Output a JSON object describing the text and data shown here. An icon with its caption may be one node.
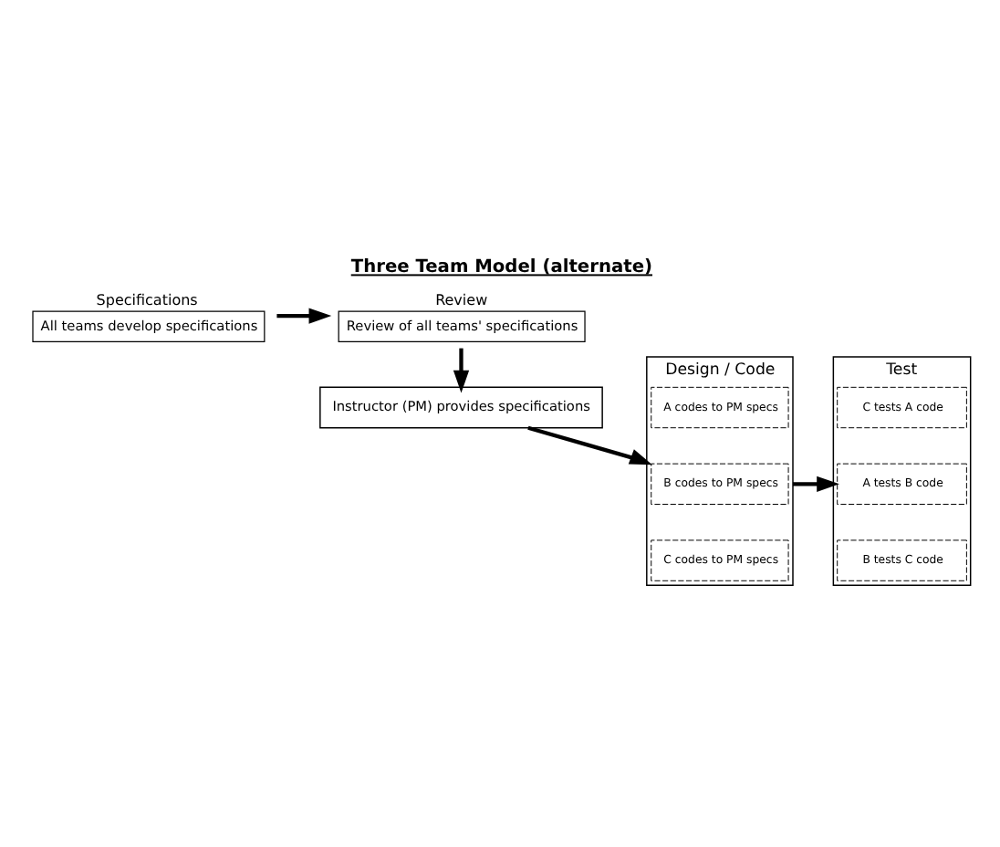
{
  "diagram": {
    "title": "Three Team Model (alternate)",
    "nodes": [
      {
        "text": [
          "Specifications",
          "All teams develop specifications"
        ]
      },
      {
        "text": [
          "Review",
          "Review of all teams' specifications"
        ]
      },
      {
        "text": [
          "Instructor (PM) provides specifications"
        ]
      },
      {
        "text": [
          "Design / Code"
        ]
      },
      {
        "text": [
          "A codes to PM specs"
        ],
        "in": 3
      },
      {
        "text": [
          "B codes to PM specs"
        ],
        "in": 3
      },
      {
        "text": [
          "C codes to PM specs"
        ],
        "in": 3
      },
      {
        "text": [
          "Test"
        ]
      },
      {
        "text": [
          "C tests A code"
        ],
        "in": 7
      },
      {
        "text": [
          "A tests B code"
        ],
        "in": 7
      },
      {
        "text": [
          "B tests C code"
        ],
        "in": 7
      }
    ],
    "edges": [
      {
        "from": 0,
        "to": 1,
        "arrow": "to"
      },
      {
        "from": 1,
        "to": 2,
        "arrow": "to"
      },
      {
        "from": 2,
        "to": 3,
        "arrow": "to"
      },
      {
        "from": 3,
        "to": 7,
        "arrow": "to"
      }
    ]
  }
}
